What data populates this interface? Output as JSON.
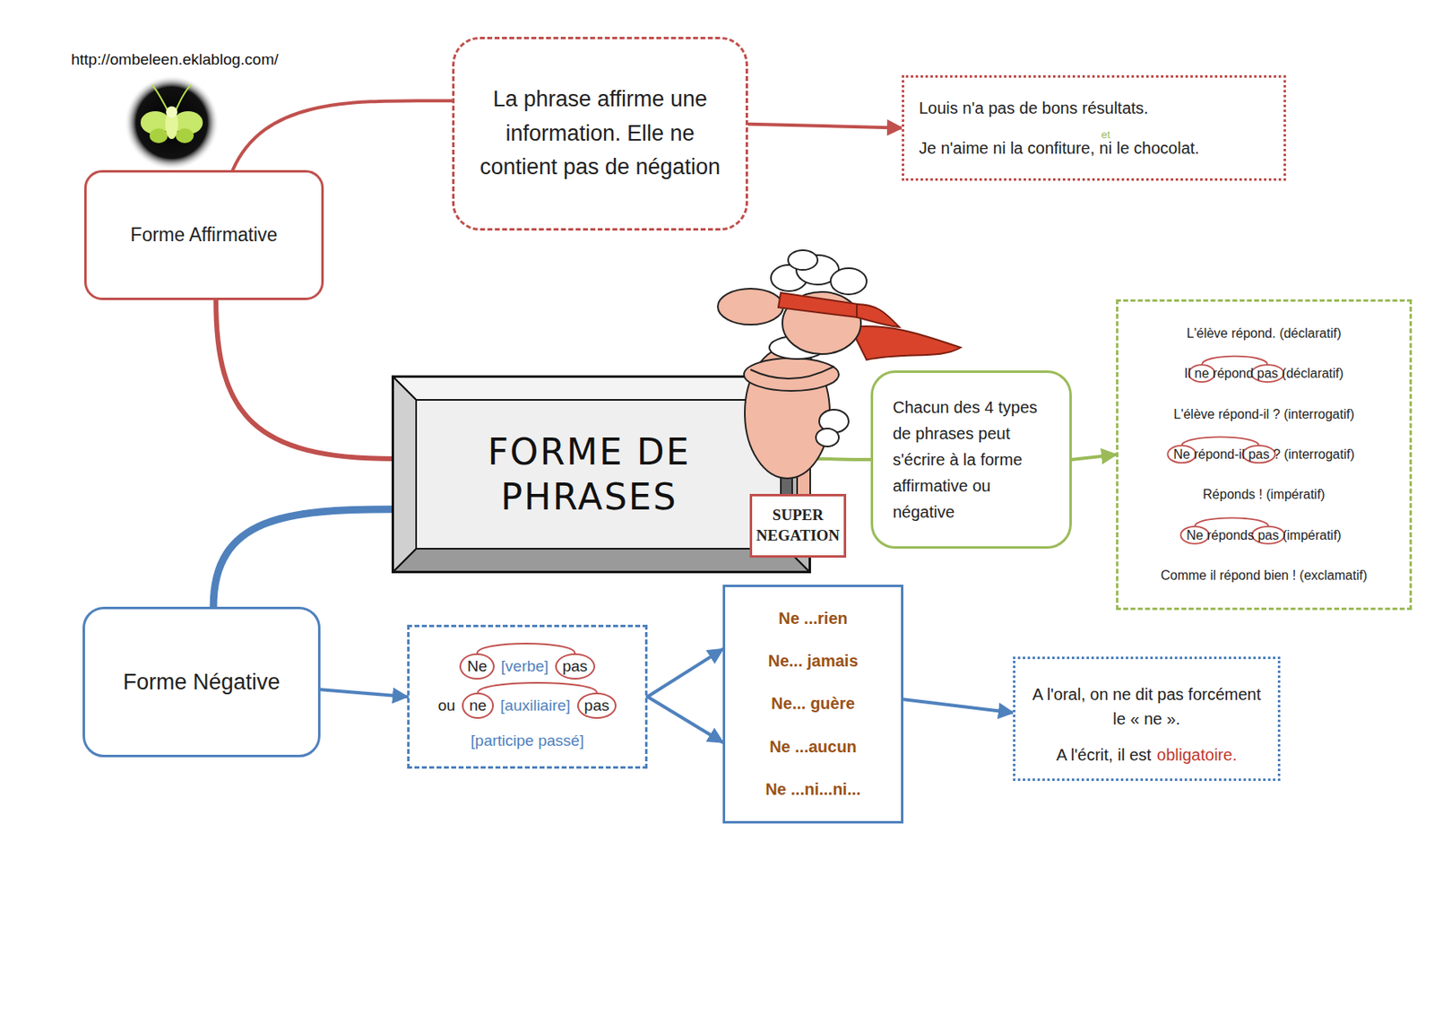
{
  "diagram": {
    "nodes": [
      {
        "text": [
          "FORME DE PHRASES"
        ]
      },
      {
        "text": [
          "Forme Affirmative"
        ]
      },
      {
        "text": [
          "La phrase affirme une information. Elle ne contient pas de négation"
        ]
      },
      {
        "text": [
          "Louis n'a pas de bons résultats.",
          "Je n'aime ni la confiture, ni le chocolat.",
          "et"
        ]
      },
      {
        "text": [
          "SUPER NEGATION"
        ]
      },
      {
        "text": [
          "Chacun des 4 types de phrases peut s'écrire à la forme affirmative ou négative"
        ]
      },
      {
        "text": [
          "L'élève répond. (déclaratif)",
          "Il ne répond pas (déclaratif)",
          "L'élève répond-il ? (interrogatif)",
          "Ne répond-il pas ? (interrogatif)",
          "Réponds ! (impératif)",
          "Ne réponds pas (impératif)",
          "Comme il répond bien ! (exclamatif)"
        ]
      },
      {
        "text": [
          "Forme Négative"
        ]
      },
      {
        "text": [
          "Ne",
          "[verbe]",
          "pas",
          "ou",
          "ne",
          "[auxiliaire]",
          "pas",
          "[participe passé]"
        ]
      },
      {
        "text": [
          "Ne ...rien",
          "Ne... jamais",
          "Ne... guère",
          "Ne ...aucun",
          "Ne ...ni...ni..."
        ]
      },
      {
        "text": [
          "A l'oral, on ne dit pas forcément le « ne ».",
          "A l'écrit, il est",
          "obligatoire."
        ]
      }
    ],
    "edges": [
      {
        "from": 0,
        "to": 1,
        "arrow": "none"
      },
      {
        "from": 1,
        "to": 2,
        "arrow": "none"
      },
      {
        "from": 2,
        "to": 3,
        "arrow": "to"
      },
      {
        "from": 0,
        "to": 5,
        "arrow": "none"
      },
      {
        "from": 5,
        "to": 6,
        "arrow": "to"
      },
      {
        "from": 0,
        "to": 7,
        "arrow": "none"
      },
      {
        "from": 7,
        "to": 8,
        "arrow": "to"
      },
      {
        "from": 8,
        "to": 9,
        "arrow": "to"
      },
      {
        "from": 9,
        "to": 10,
        "arrow": "to"
      }
    ],
    "labels": [
      "http://ombeleen.eklablog.com/"
    ]
  }
}
